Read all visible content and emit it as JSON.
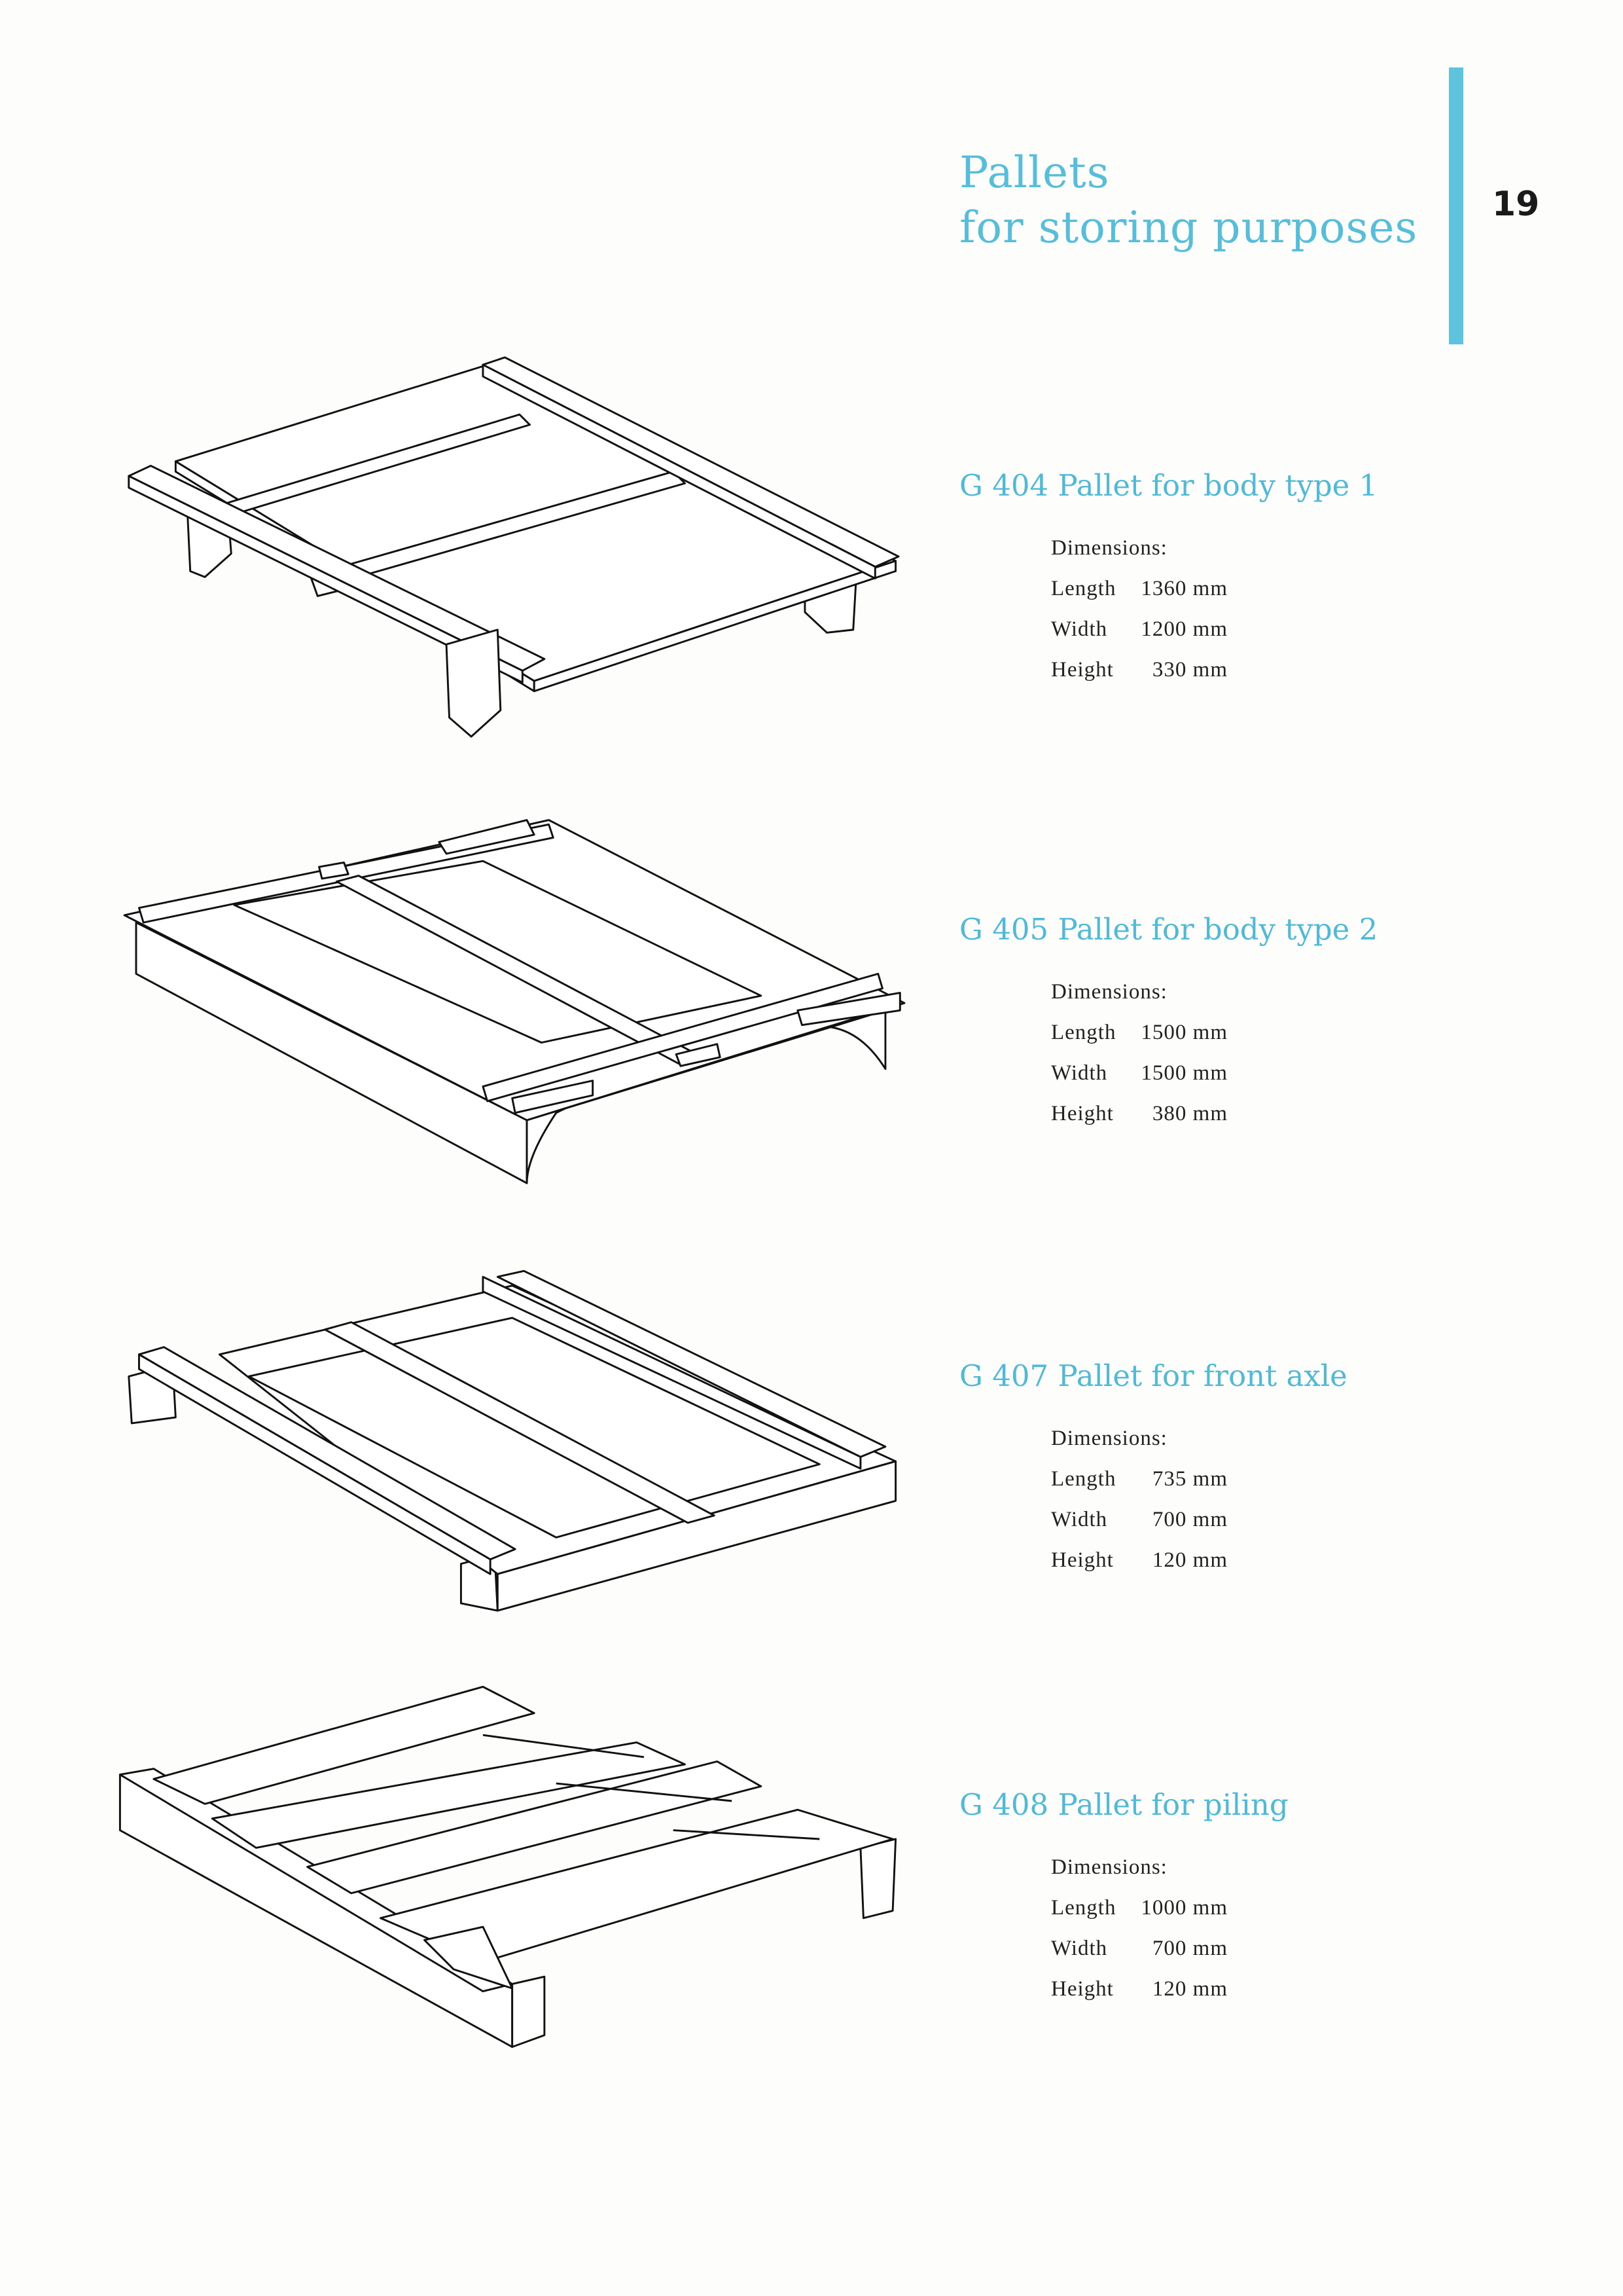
{
  "page": {
    "title_line1": "Pallets",
    "title_line2": "for storing purposes",
    "page_number": "19",
    "accent_color": "#5ec3dc"
  },
  "dimensions_label": "Dimensions:",
  "products": [
    {
      "heading": "G 404 Pallet for body type 1",
      "length_label": "Length",
      "length": "1360 mm",
      "width_label": "Width",
      "width": "1200 mm",
      "height_label": "Height",
      "height": "330 mm"
    },
    {
      "heading": "G 405 Pallet for body type 2",
      "length_label": "Length",
      "length": "1500 mm",
      "width_label": "Width",
      "width": "1500 mm",
      "height_label": "Height",
      "height": "380 mm"
    },
    {
      "heading": "G 407 Pallet for front axle",
      "length_label": "Length",
      "length": "735 mm",
      "width_label": "Width",
      "width": "700 mm",
      "height_label": "Height",
      "height": "120 mm"
    },
    {
      "heading": "G 408 Pallet for piling",
      "length_label": "Length",
      "length": "1000 mm",
      "width_label": "Width",
      "width": "700 mm",
      "height_label": "Height",
      "height": "120 mm"
    }
  ]
}
